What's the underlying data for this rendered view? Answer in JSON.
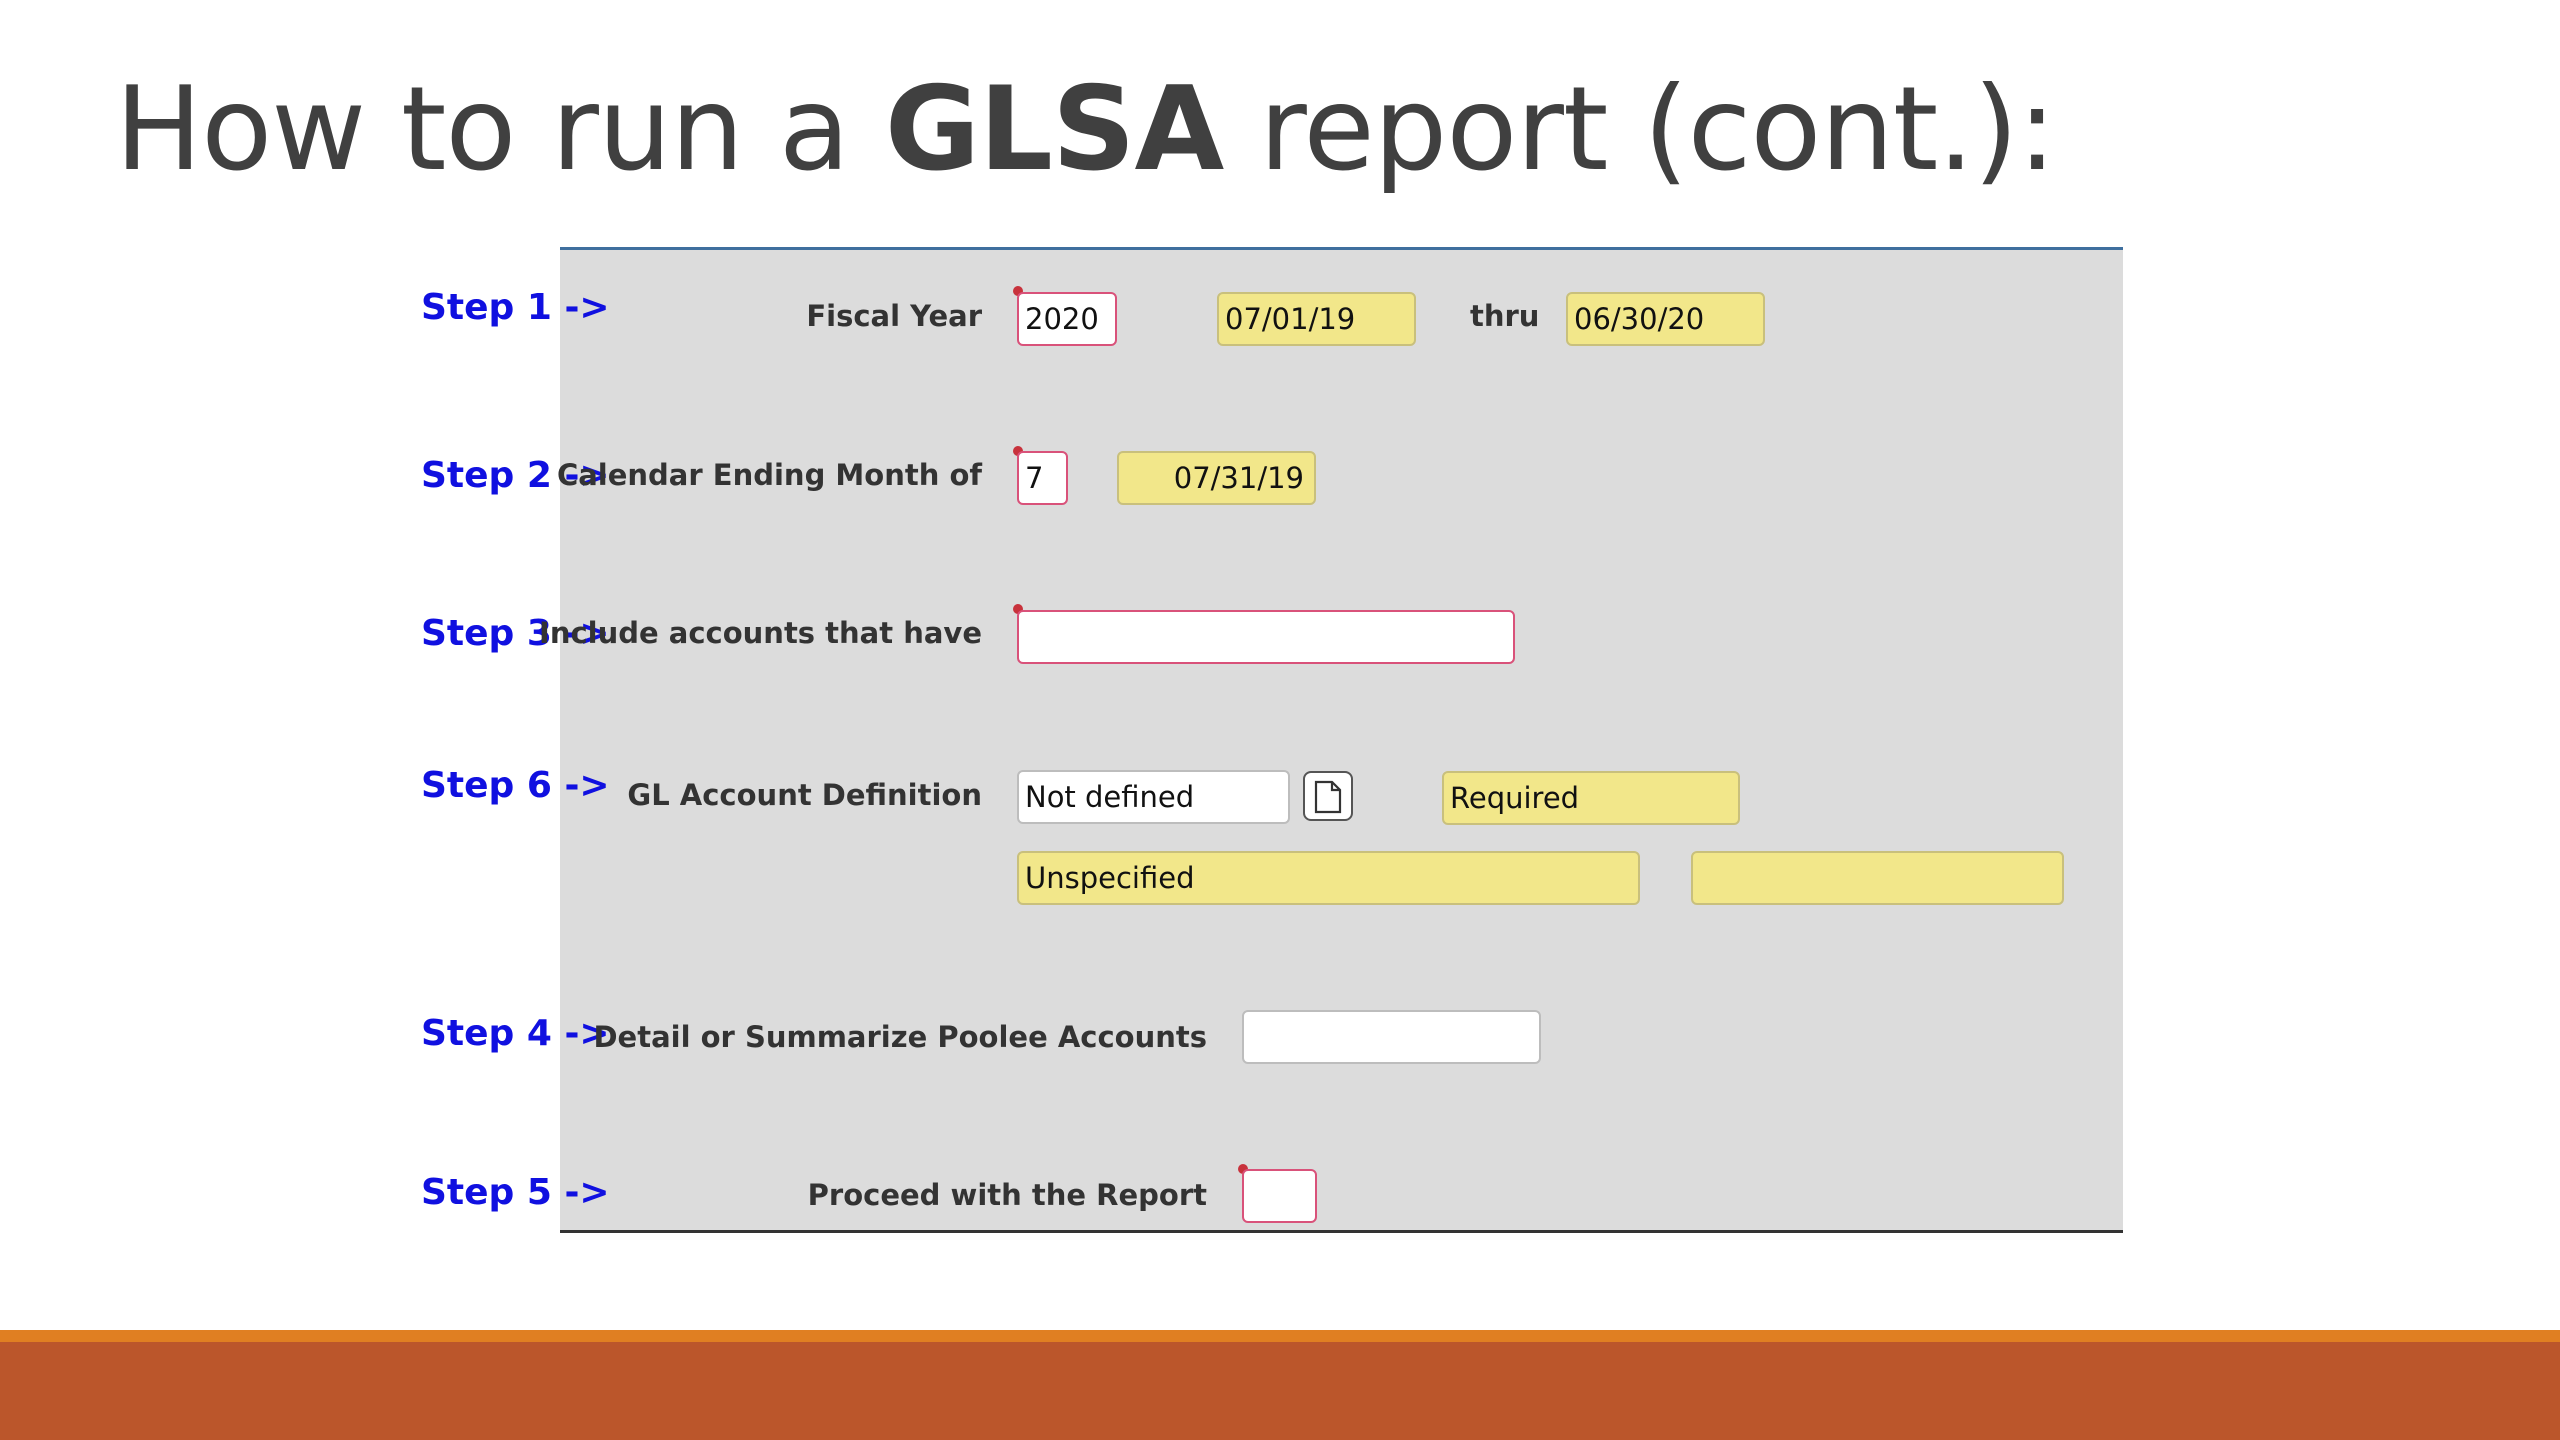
{
  "slide": {
    "title_prefix": "How to run a ",
    "title_bold": "GLSA",
    "title_suffix": " report (cont.):"
  },
  "steps": {
    "step1": "Step 1 ->",
    "step2": "Step 2 ->",
    "step3": "Step 3 ->",
    "step6": "Step 6 ->",
    "step4": "Step 4 ->",
    "step5": "Step 5 ->"
  },
  "form": {
    "fiscal_year_label": "Fiscal Year",
    "fiscal_year_value": "2020",
    "fiscal_start_date": "07/01/19",
    "thru_label": "thru",
    "fiscal_end_date": "06/30/20",
    "calendar_month_label": "Calendar Ending Month of",
    "calendar_month_value": "7",
    "calendar_month_date": "07/31/19",
    "include_accounts_label": "Include accounts that have",
    "include_accounts_value": "",
    "gl_definition_label": "GL Account Definition",
    "gl_definition_value": "Not defined",
    "gl_definition_status": "Required",
    "gl_definition_desc": "Unspecified",
    "gl_definition_extra": "",
    "detail_summarize_label": "Detail or Summarize Poolee Accounts",
    "detail_summarize_value": "",
    "proceed_label": "Proceed with the Report",
    "proceed_value": ""
  },
  "colors": {
    "step_label": "#1010e0",
    "readonly_field": "#f2e78a",
    "required_border": "#d9527a",
    "footer_bar": "#bb562b",
    "footer_line": "#e07f22"
  },
  "icons": {
    "lookup": "document-icon"
  }
}
